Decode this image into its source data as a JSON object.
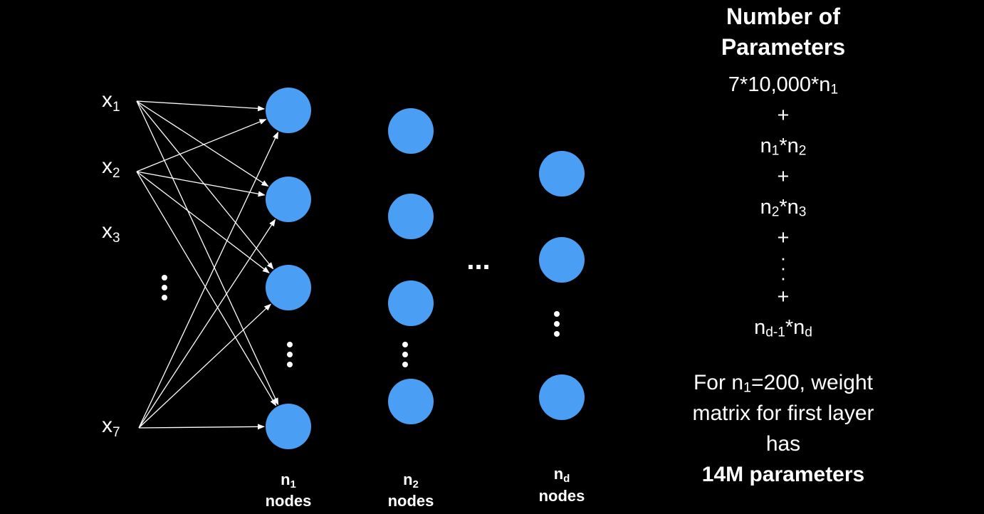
{
  "inputs": [
    {
      "base": "x",
      "sub": "1"
    },
    {
      "base": "x",
      "sub": "2"
    },
    {
      "base": "x",
      "sub": "3"
    },
    {
      "base": "x",
      "sub": "7"
    }
  ],
  "layers": [
    {
      "n": "n",
      "sub": "1",
      "word": "nodes"
    },
    {
      "n": "n",
      "sub": "2",
      "word": "nodes"
    },
    {
      "n": "n",
      "sub": "d",
      "word": "nodes"
    }
  ],
  "horizontal_ellipsis": "...",
  "params": {
    "title_line1": "Number of",
    "title_line2": "Parameters",
    "terms": [
      {
        "a": "7*10,000*n",
        "a_sub": "1",
        "b": "",
        "b_sub": ""
      },
      {
        "a": "n",
        "a_sub": "1",
        "b": "*n",
        "b_sub": "2"
      },
      {
        "a": "n",
        "a_sub": "2",
        "b": "*n",
        "b_sub": "3"
      },
      {
        "a": "n",
        "a_sub": "d-1",
        "b": "*n",
        "b_sub": "d"
      }
    ],
    "plus": "+",
    "note_prefix": "For n",
    "note_sub": "1",
    "note_rest": "=200, weight",
    "note_line2": "matrix for first layer",
    "note_line3": "has",
    "note_bold": "14M parameters"
  },
  "colors": {
    "node": "#4a9ff5",
    "background": "#000000",
    "edge": "#ffffff"
  }
}
